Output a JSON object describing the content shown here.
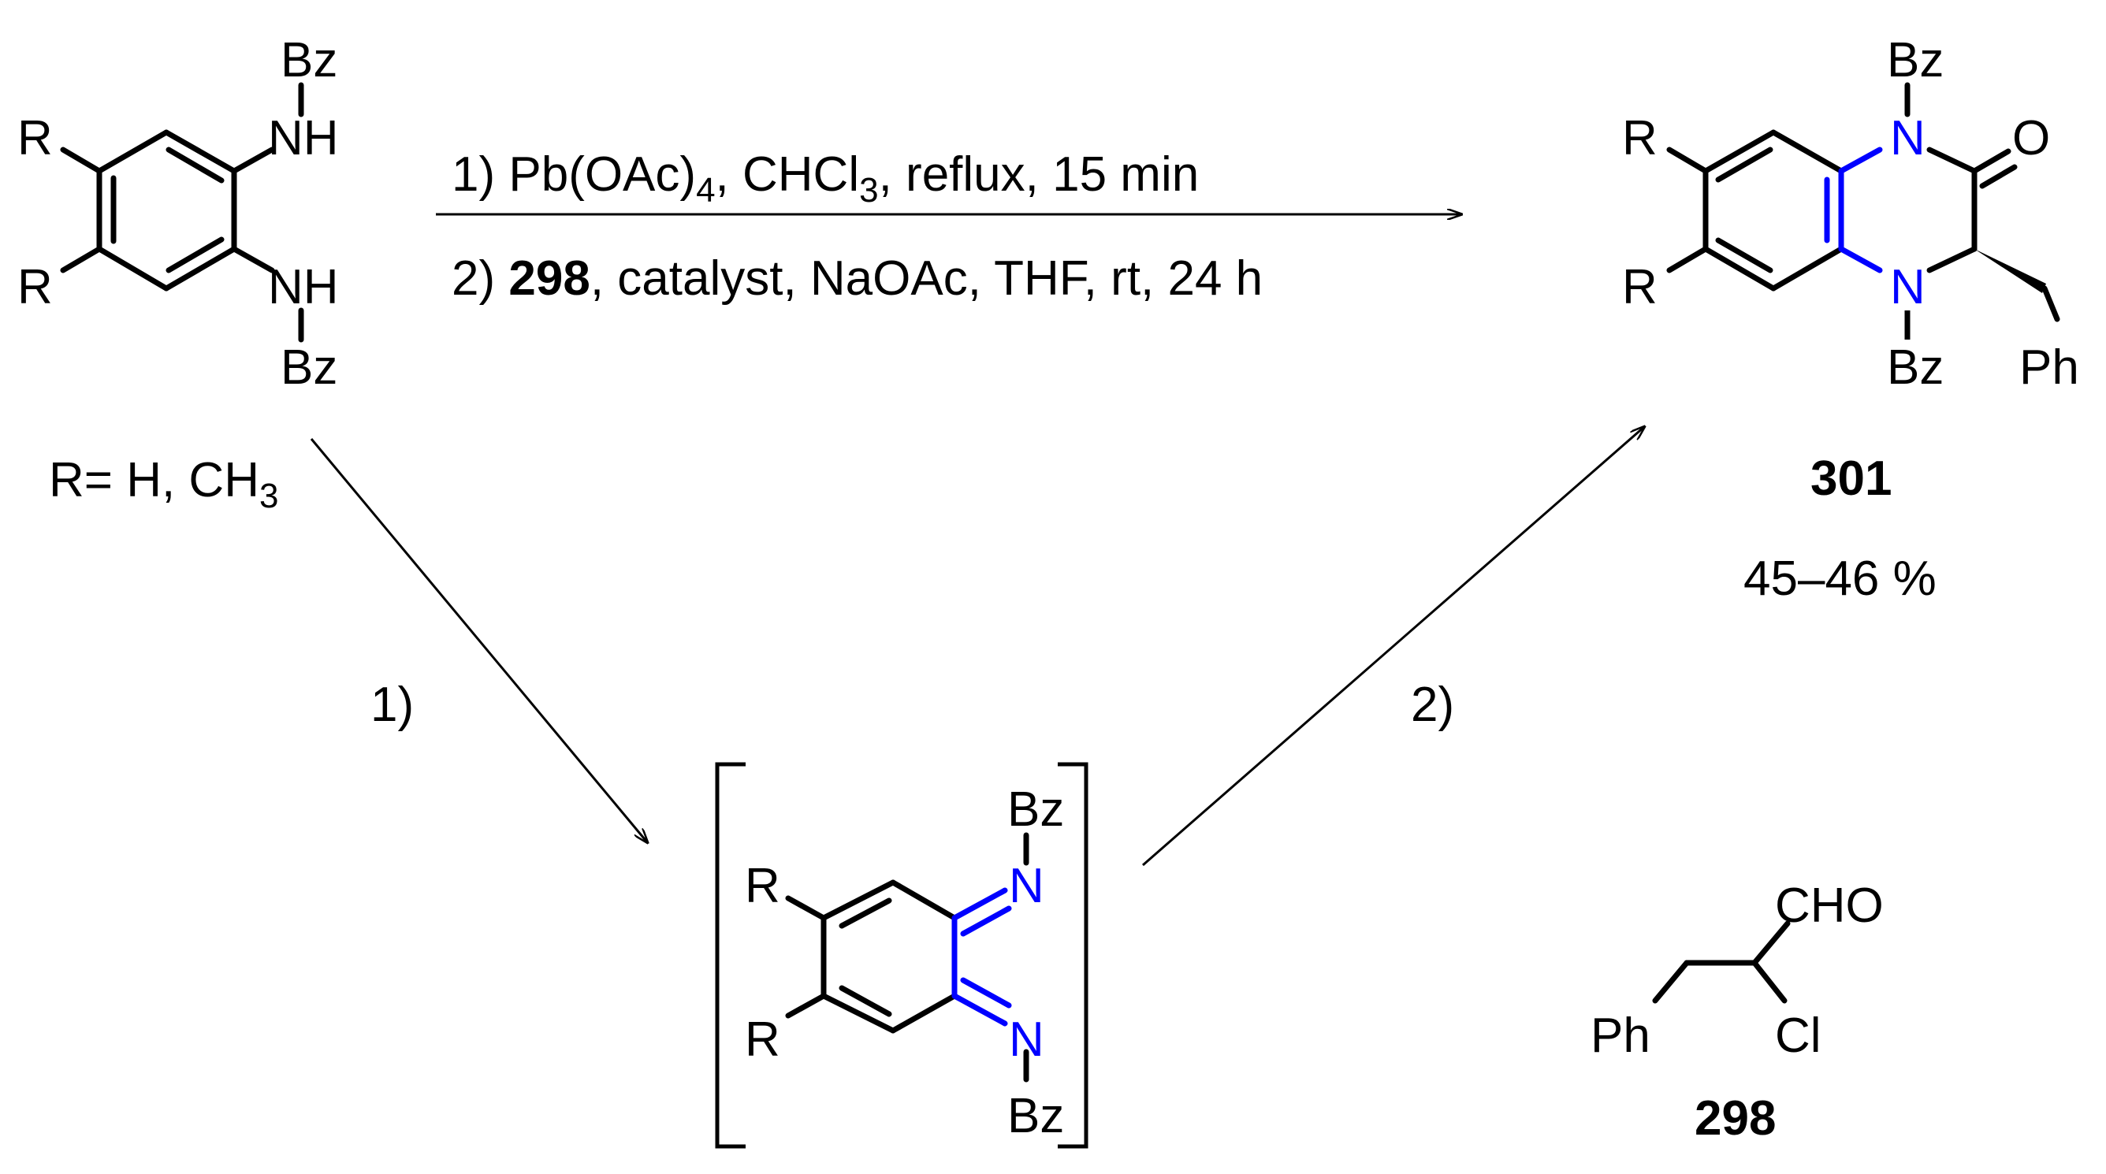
{
  "colors": {
    "black": "#000000",
    "nitrogen": "#0000ff"
  },
  "reactant": {
    "r_top": "R",
    "r_bottom": "R",
    "nh_top": "NH",
    "nh_bottom": "NH",
    "bz_top": "Bz",
    "bz_bottom": "Bz",
    "definition": "R= H, CH",
    "definition_sub": "3"
  },
  "conditions": {
    "step1_main": "1) Pb(OAc)",
    "step1_sub1": "4",
    "step1_mid": ", CHCl",
    "step1_sub2": "3",
    "step1_end": ", reflux, 15 min",
    "step2_prefix": "2) ",
    "step2_compound": "298",
    "step2_rest": ", catalyst,  NaOAc, THF, rt, 24 h"
  },
  "pathway": {
    "step1_label": "1)",
    "step2_label": "2)"
  },
  "intermediate": {
    "r_top": "R",
    "r_bottom": "R",
    "n_top": "N",
    "n_bottom": "N",
    "bz_top": "Bz",
    "bz_bottom": "Bz"
  },
  "product": {
    "r_top": "R",
    "r_bottom": "R",
    "n_top": "N",
    "n_bottom": "N",
    "bz_top": "Bz",
    "bz_bottom": "Bz",
    "oxygen": "O",
    "phenyl": "Ph",
    "number": "301",
    "yield": "45–46 %"
  },
  "aldehyde": {
    "cho": "CHO",
    "ph": "Ph",
    "cl": "Cl",
    "number": "298"
  }
}
